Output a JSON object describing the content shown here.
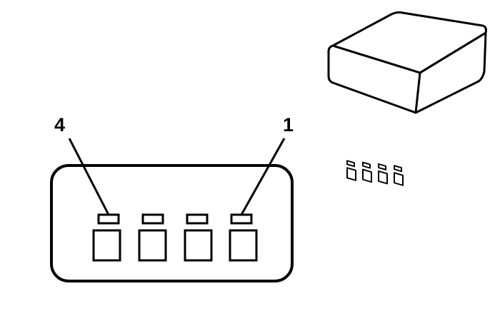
{
  "diagram": {
    "type": "connector-end-view",
    "pin_count": 4,
    "labels": {
      "left_pin": "4",
      "right_pin": "1"
    },
    "colors": {
      "stroke": "#000000",
      "background": "#ffffff"
    }
  }
}
